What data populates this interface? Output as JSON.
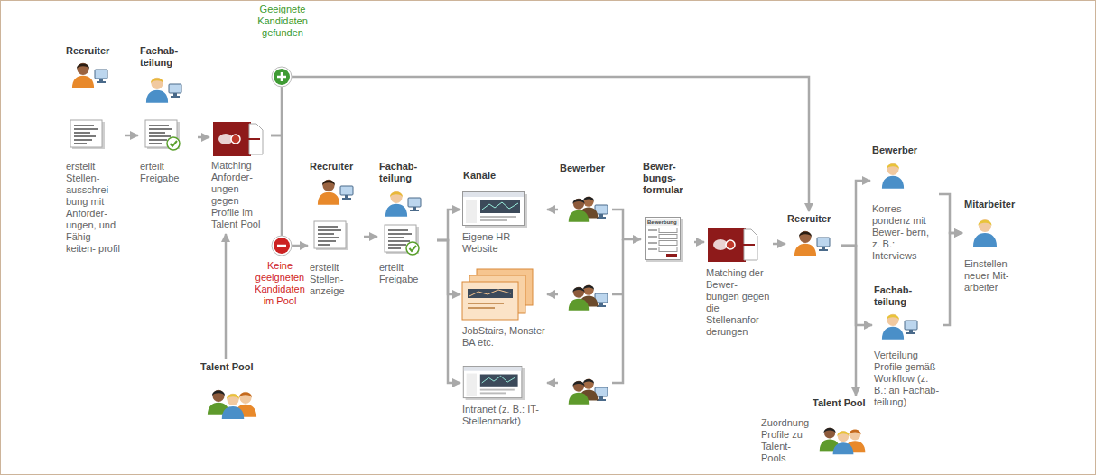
{
  "diagram": {
    "nodes": [
      {
        "text": [
          "Recruiter",
          "erstellt Stellen- ausschrei- bung mit Anforder- ungen, und Fähig- keiten- profil"
        ]
      },
      {
        "text": [
          "Fachab- teilung",
          "erteilt Freigabe"
        ]
      },
      {
        "text": [
          "Matching Anforder- ungen gegen Profile im Talent Pool"
        ]
      },
      {
        "text": [
          "Talent Pool"
        ]
      },
      {
        "text": [
          "Recruiter",
          "erstellt Stellen- anzeige"
        ]
      },
      {
        "text": [
          "Fachab- teilung",
          "erteilt Freigabe"
        ]
      },
      {
        "text": [
          "Eigene HR-Website"
        ]
      },
      {
        "text": [
          "JobStairs, Monster BA etc."
        ]
      },
      {
        "text": [
          "Intranet (z. B.: IT-Stellenmarkt)"
        ]
      },
      {
        "text": [
          "Bewerber"
        ]
      },
      {
        "text": [
          "Bewer- bungs- formular"
        ]
      },
      {
        "text": [
          "Matching der Bewer- bungen gegen die Stellenanfor- derungen"
        ]
      },
      {
        "text": [
          "Recruiter"
        ]
      },
      {
        "text": [
          "Bewerber",
          "Korres- pondenz mit Bewer- bern, z. B.: Interviews"
        ]
      },
      {
        "text": [
          "Fachab- teilung",
          "Verteilung Profile gemäß Workflow (z. B.: an Fachab- teilung)"
        ]
      },
      {
        "text": [
          "Talent Pool",
          "Zuordnung Profile zu Talent-Pools"
        ]
      },
      {
        "text": [
          "Mitarbeiter",
          "Einstellen neuer Mit- arbeiter"
        ]
      }
    ],
    "edges": [
      {
        "from": 0,
        "to": 1,
        "arrow": "to"
      },
      {
        "from": 1,
        "to": 2,
        "arrow": "to"
      },
      {
        "from": 3,
        "to": 2,
        "arrow": "to"
      },
      {
        "from": 2,
        "to": 12,
        "arrow": "to",
        "label": "Geeignete Kandidaten gefunden"
      },
      {
        "from": 2,
        "to": 4,
        "arrow": "to",
        "label": "Keine geeigneten Kandidaten im Pool"
      },
      {
        "from": 4,
        "to": 5,
        "arrow": "to"
      },
      {
        "from": 5,
        "to": 6,
        "arrow": "to"
      },
      {
        "from": 5,
        "to": 7,
        "arrow": "to"
      },
      {
        "from": 5,
        "to": 8,
        "arrow": "to"
      },
      {
        "from": 9,
        "to": 6,
        "arrow": "to"
      },
      {
        "from": 9,
        "to": 7,
        "arrow": "to"
      },
      {
        "from": 9,
        "to": 8,
        "arrow": "to"
      },
      {
        "from": 9,
        "to": 10,
        "arrow": "to"
      },
      {
        "from": 10,
        "to": 11,
        "arrow": "to"
      },
      {
        "from": 11,
        "to": 12,
        "arrow": "to"
      },
      {
        "from": 12,
        "to": 13,
        "arrow": "to"
      },
      {
        "from": 12,
        "to": 14,
        "arrow": "to"
      },
      {
        "from": 12,
        "to": 15,
        "arrow": "to"
      },
      {
        "from": 13,
        "to": 16,
        "arrow": "to"
      },
      {
        "from": 14,
        "to": 16,
        "arrow": "to"
      }
    ],
    "labels": [
      "Kanäle",
      "Bewerbung"
    ]
  }
}
